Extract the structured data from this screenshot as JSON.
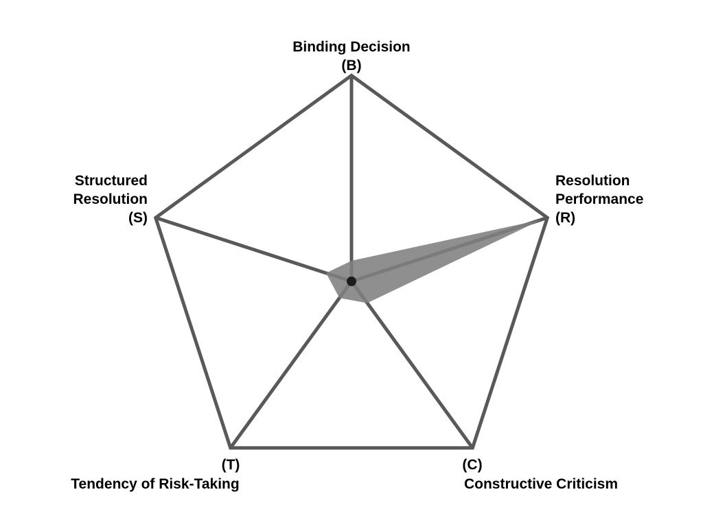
{
  "chart_data": {
    "type": "radar",
    "title": "",
    "categories": [
      "Binding Decision (B)",
      "Resolution Performance (R)",
      "Constructive Criticism (C)",
      "Tendency of Risk-Taking (T)",
      "Structured Resolution (S)"
    ],
    "values": [
      0.1,
      0.97,
      0.13,
      0.1,
      0.13
    ],
    "value_range": [
      0,
      1
    ],
    "grid": "off",
    "legend": "none",
    "axes": [
      {
        "id": "B",
        "label_lines": [
          "Binding Decision",
          "(B)"
        ]
      },
      {
        "id": "R",
        "label_lines": [
          "Resolution",
          "Performance",
          "(R)"
        ]
      },
      {
        "id": "C",
        "label_lines": [
          "(C)",
          "Constructive Criticism"
        ]
      },
      {
        "id": "T",
        "label_lines": [
          "(T)",
          "Tendency of Risk-Taking"
        ]
      },
      {
        "id": "S",
        "label_lines": [
          "Structured",
          "Resolution",
          "(S)"
        ]
      }
    ],
    "colors": {
      "outline": "#595959",
      "spoke": "#595959",
      "fill": "#7f7f7f",
      "fill_opacity": 0.88,
      "center_dot": "#1c1c1c",
      "label": "#000000"
    }
  }
}
